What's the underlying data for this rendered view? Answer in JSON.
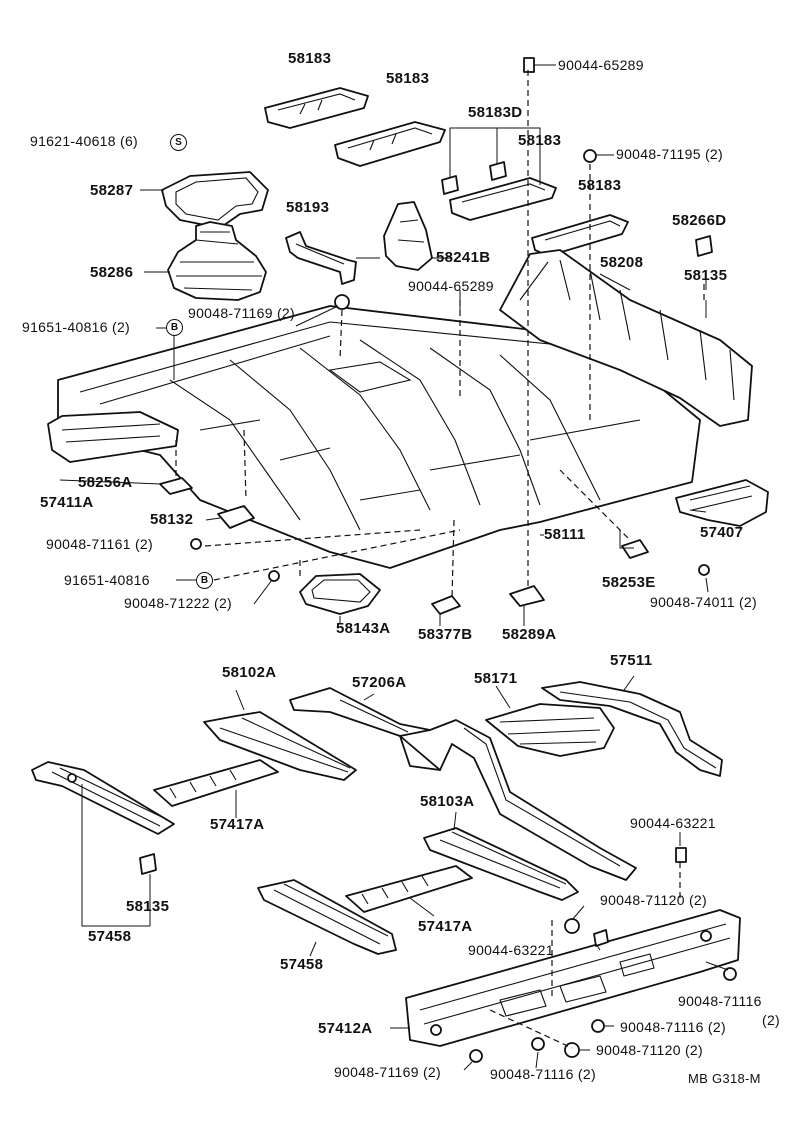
{
  "diagram_code": "MB G318-M",
  "badges": {
    "s": "S",
    "b1": "B",
    "b2": "B"
  },
  "labels": {
    "l_58183_a": "58183",
    "l_58183_b": "58183",
    "l_90044_65289_top": "90044-65289",
    "l_58183d": "58183D",
    "l_58183_c": "58183",
    "l_91621": "91621-40618 (6)",
    "l_90048_71195": "90048-71195 (2)",
    "l_58287": "58287",
    "l_58183_d": "58183",
    "l_58193": "58193",
    "l_58266d": "58266D",
    "l_58241b": "58241B",
    "l_58208": "58208",
    "l_58286": "58286",
    "l_90044_65289_mid": "90044-65289",
    "l_58135_top": "58135",
    "l_90048_71169_top": "90048-71169 (2)",
    "l_91651_40816_2": "91651-40816 (2)",
    "l_58256a": "58256A",
    "l_57411a": "57411A",
    "l_58132": "58132",
    "l_57407": "57407",
    "l_90048_71161": "90048-71161 (2)",
    "l_58111": "58111",
    "l_91651_40816": "91651-40816",
    "l_58253e": "58253E",
    "l_90048_71222": "90048-71222 (2)",
    "l_90048_74011": "90048-74011 (2)",
    "l_58143a": "58143A",
    "l_58377b": "58377B",
    "l_58289a": "58289A",
    "l_58102a": "58102A",
    "l_57206a": "57206A",
    "l_58171": "58171",
    "l_57511": "57511",
    "l_57417a_a": "57417A",
    "l_58103a": "58103A",
    "l_90044_63221_r": "90044-63221",
    "l_58135_bot": "58135",
    "l_57458_a": "57458",
    "l_57417a_b": "57417A",
    "l_90048_71120_a": "90048-71120 (2)",
    "l_90044_63221_m": "90044-63221",
    "l_57458_b": "57458",
    "l_90048_71116_a": "90048-71116",
    "l_90048_71116_a2": "(2)",
    "l_57412a": "57412A",
    "l_90048_71116_b": "90048-71116 (2)",
    "l_90048_71120_b": "90048-71120 (2)",
    "l_90048_71169_bot": "90048-71169 (2)",
    "l_90048_71116_c": "90048-71116 (2)"
  }
}
